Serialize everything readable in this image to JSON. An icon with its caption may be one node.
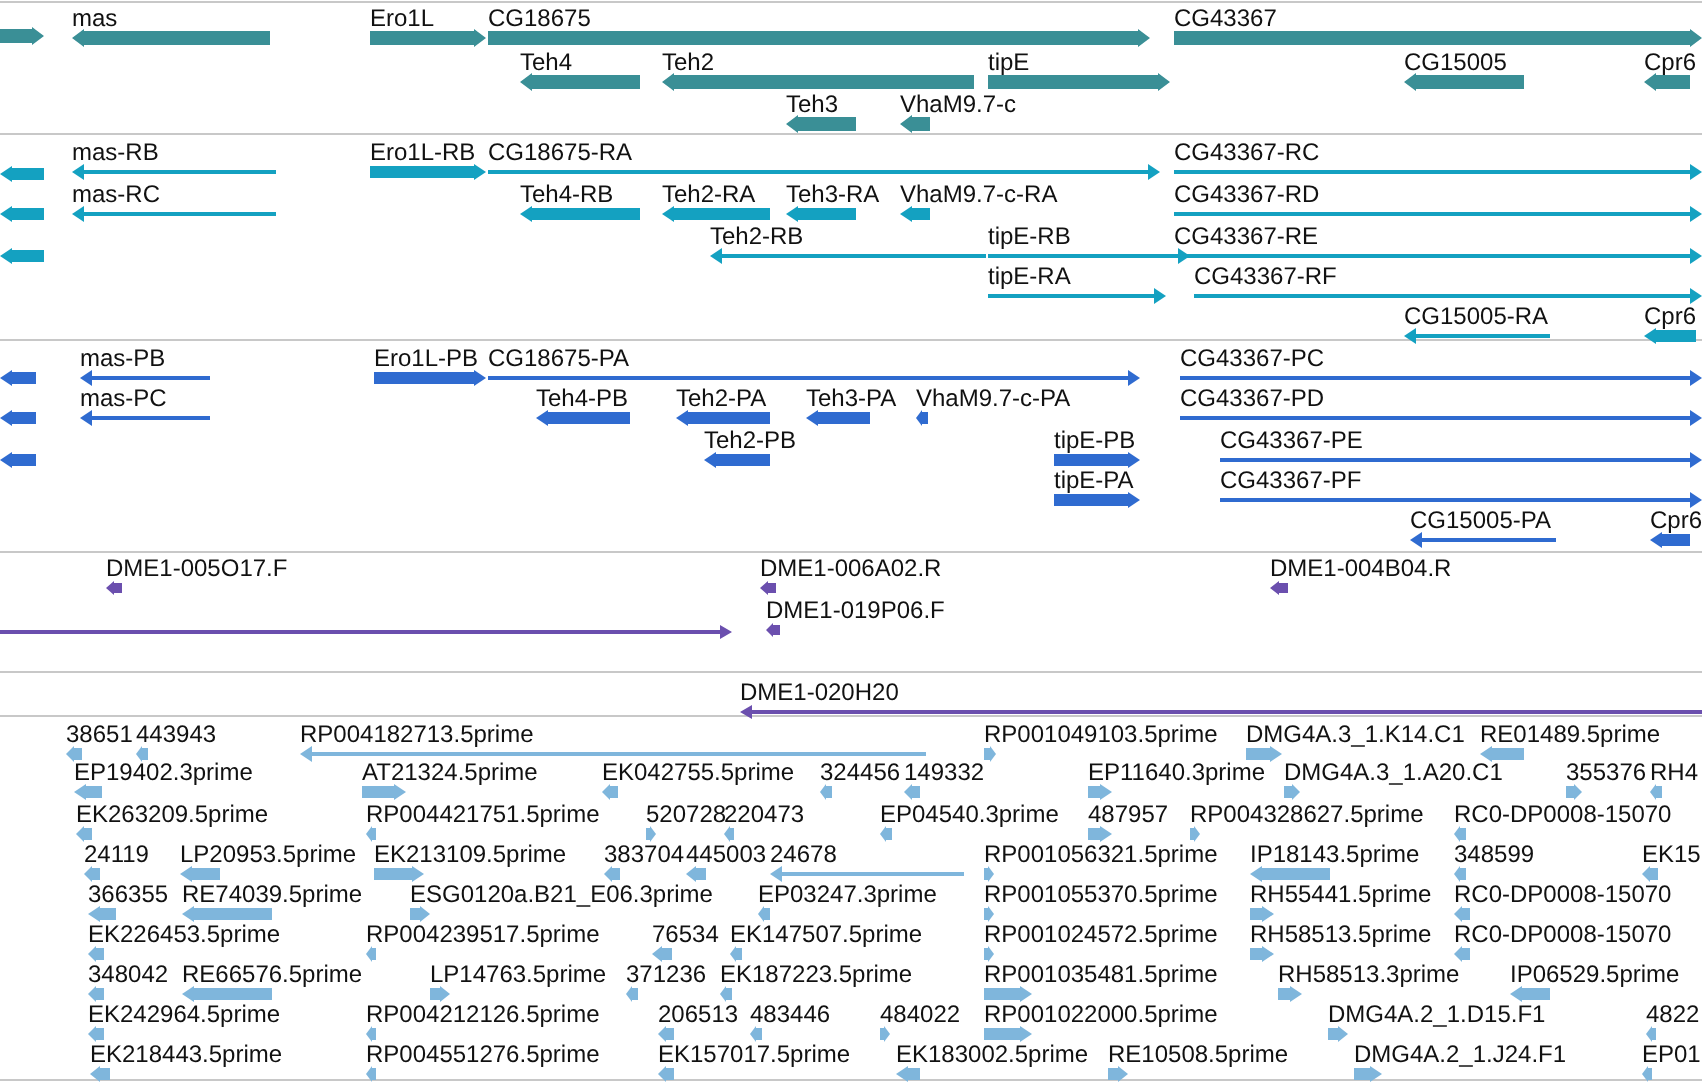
{
  "diagram": {
    "labels": [
      "mas",
      "Ero1L",
      "CG18675",
      "CG43367",
      "Teh4",
      "Teh2",
      "tipE",
      "CG15005",
      "Cpr6",
      "Teh3",
      "VhaM9.7-c",
      "mas-RB",
      "Ero1L-RB",
      "CG18675-RA",
      "CG43367-RC",
      "mas-RC",
      "Teh4-RB",
      "Teh2-RA",
      "Teh3-RA",
      "VhaM9.7-c-RA",
      "CG43367-RD",
      "Teh2-RB",
      "tipE-RB",
      "CG43367-RE",
      "tipE-RA",
      "CG43367-RF",
      "CG15005-RA",
      "Cpr6",
      "mas-PB",
      "Ero1L-PB",
      "CG18675-PA",
      "CG43367-PC",
      "mas-PC",
      "Teh4-PB",
      "Teh2-PA",
      "Teh3-PA",
      "VhaM9.7-c-PA",
      "CG43367-PD",
      "Teh2-PB",
      "tipE-PB",
      "CG43367-PE",
      "tipE-PA",
      "CG43367-PF",
      "CG15005-PA",
      "Cpr6",
      "DME1-005O17.F",
      "DME1-006A02.R",
      "DME1-004B04.R",
      "DME1-019P06.F",
      "DME1-020H20",
      "38651",
      "443943",
      "RP004182713.5prime",
      "RP001049103.5prime",
      "DMG4A.3_1.K14.C1",
      "RE01489.5prime",
      "EP19402.3prime",
      "AT21324.5prime",
      "EK042755.5prime",
      "324456",
      "149332",
      "EP11640.3prime",
      "DMG4A.3_1.A20.C1",
      "355376",
      "RH4",
      "EK263209.5prime",
      "RP004421751.5prime",
      "520728",
      "220473",
      "EP04540.3prime",
      "487957",
      "RP004328627.5prime",
      "RC0-DP0008-15070",
      "24119",
      "LP20953.5prime",
      "EK213109.5prime",
      "383704",
      "445003",
      "24678",
      "RP001056321.5prime",
      "IP18143.5prime",
      "348599",
      "EK15",
      "366355",
      "RE74039.5prime",
      "ESG0120a.B21_E06.3prime",
      "EP03247.3prime",
      "RP001055370.5prime",
      "RH55441.5prime",
      "RC0-DP0008-15070",
      "EK226453.5prime",
      "RP004239517.5prime",
      "76534",
      "EK147507.5prime",
      "RP001024572.5prime",
      "RH58513.5prime",
      "RC0-DP0008-15070",
      "348042",
      "RE66576.5prime",
      "LP14763.5prime",
      "371236",
      "EK187223.5prime",
      "RP001035481.5prime",
      "RH58513.3prime",
      "IP06529.5prime",
      "EK242964.5prime",
      "RP004212126.5prime",
      "206513",
      "483446",
      "484022",
      "RP001022000.5prime",
      "DMG4A.2_1.D15.F1",
      "4822",
      "EK218443.5prime",
      "RP004551276.5prime",
      "EK157017.5prime",
      "EK183002.5prime",
      "RE10508.5prime",
      "DMG4A.2_1.J24.F1",
      "EP01"
    ]
  }
}
